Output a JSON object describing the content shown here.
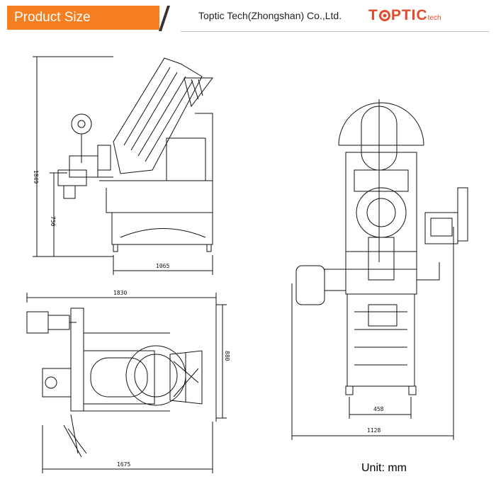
{
  "header": {
    "section_title": "Product Size",
    "company": "Toptic Tech(Zhongshan) Co.,Ltd.",
    "brand_pre": "T",
    "brand_post": "PTIC",
    "brand_sub": "tech"
  },
  "dimensions": {
    "side_height": "1849",
    "side_lower_height": "750",
    "side_base_width": "1065",
    "top_width": "1830",
    "top_depth": "880",
    "top_overall": "1675",
    "front_leg_span": "458",
    "front_width": "1128"
  },
  "unit_label": "Unit: mm",
  "colors": {
    "accent": "#f47e20",
    "brand": "#e24a2a",
    "line": "#111111"
  }
}
